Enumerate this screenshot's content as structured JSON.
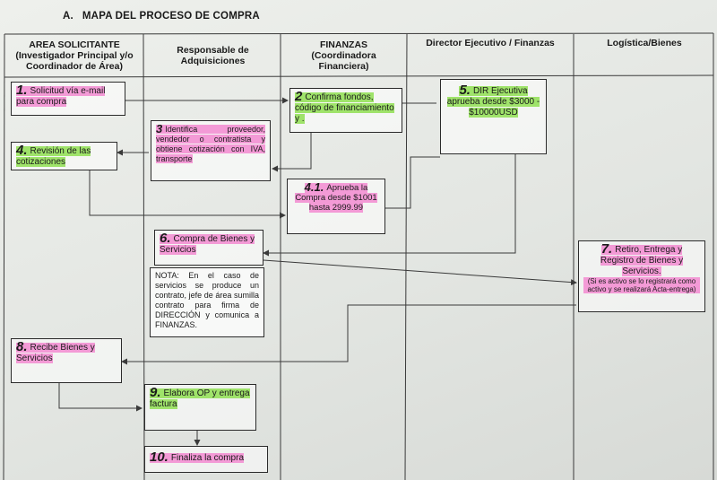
{
  "title": {
    "letter": "A.",
    "text": "MAPA DEL PROCESO DE COMPRA"
  },
  "lanes": [
    {
      "id": "area",
      "line1": "AREA SOLICITANTE",
      "line2": "(Investigador Principal y/o",
      "line3": "Coordinador de Área)"
    },
    {
      "id": "resp",
      "line1": "Responsable de",
      "line2": "Adquisiciones",
      "line3": ""
    },
    {
      "id": "fin",
      "line1": "FINANZAS",
      "line2": "(Coordinadora",
      "line3": "Financiera)"
    },
    {
      "id": "dir",
      "line1": "Director Ejecutivo / Finanzas",
      "line2": "",
      "line3": ""
    },
    {
      "id": "log",
      "line1": "Logística/Bienes",
      "line2": "",
      "line3": ""
    }
  ],
  "steps": {
    "s1": {
      "num": "1.",
      "text": "Solicitud vía e-mail para compra"
    },
    "s2": {
      "num": "2",
      "text": "Confirma fondos, código de financiamiento y ."
    },
    "s3": {
      "num": "3",
      "text": "Identifica proveedor, vendedor o contratista y obtiene cotización con IVA, transporte"
    },
    "s4": {
      "num": "4.",
      "text": "Revisión de las cotizaciones"
    },
    "s5": {
      "num": "5.",
      "text": "DIR Ejecutiva aprueba desde $3000 - $10000USD"
    },
    "s41": {
      "num": "4.1.",
      "text": "Aprueba la Compra desde $1001 hasta 2999.99"
    },
    "s6": {
      "num": "6.",
      "text": "Compra de Bienes y Servicios"
    },
    "nota": {
      "text": "NOTA: En el caso de servicios se produce un contrato, jefe de área sumilla contrato para firma de DIRECCIÓN y comunica a FINANZAS."
    },
    "s7": {
      "num": "7.",
      "text": "Retiro, Entrega y Registro de Bienes y Servicios.",
      "note": "(Si es activo se lo registrará como activo y se realizará Acta-entrega)"
    },
    "s8": {
      "num": "8.",
      "text": "Recibe Bienes y Servicios"
    },
    "s9": {
      "num": "9.",
      "text": "Elabora OP y entrega factura"
    },
    "s10": {
      "num": "10.",
      "text": "Finaliza la compra"
    }
  },
  "colors": {
    "pink_highlight": "#f39ad6",
    "green_highlight": "#9fe36a",
    "lines": "#3a3a3a"
  }
}
